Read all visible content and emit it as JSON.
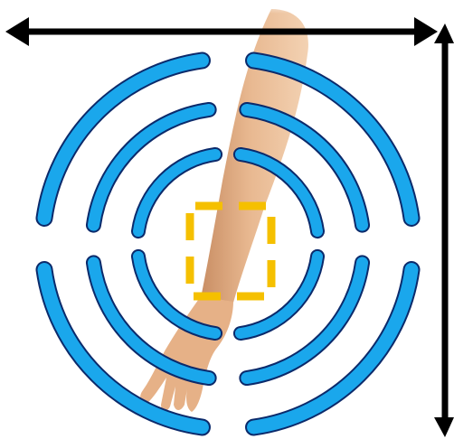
{
  "figure": {
    "description": "",
    "colors": {
      "background": "#ffffff",
      "arrow": "#000000",
      "arc_fill": "#1aa7ec",
      "arc_stroke": "#0b2a6b",
      "target_box": "#f5c000",
      "skin": "#e8b890",
      "skin_shadow": "#c98e64"
    },
    "elements": {
      "horizontal_arrow": "double-headed-arrow",
      "vertical_arrow": "double-headed-arrow",
      "arm": "forearm-and-hand",
      "target": "dashed-square-target",
      "waves": "concentric-arcs"
    }
  }
}
